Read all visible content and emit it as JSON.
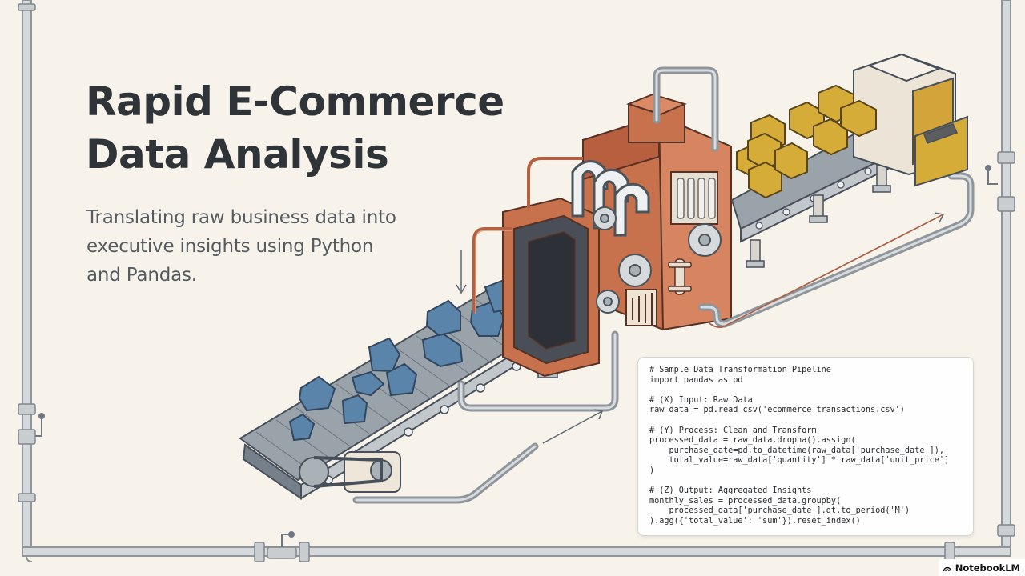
{
  "slide": {
    "title_line_1": "Rapid E-Commerce",
    "title_line_2": "Data Analysis",
    "subtitle_line_1": "Translating raw business data into",
    "subtitle_line_2": "executive insights using Python",
    "subtitle_line_3": "and Pandas."
  },
  "code": {
    "lines": [
      "# Sample Data Transformation Pipeline",
      "import pandas as pd",
      "",
      "# (X) Input: Raw Data",
      "raw_data = pd.read_csv('ecommerce_transactions.csv')",
      "",
      "# (Y) Process: Clean and Transform",
      "processed_data = raw_data.dropna().assign(",
      "    purchase_date=pd.to_datetime(raw_data['purchase_date']),",
      "    total_value=raw_data['quantity'] * raw_data['unit_price']",
      ")",
      "",
      "# (Z) Output: Aggregated Insights",
      "monthly_sales = processed_data.groupby(",
      "    processed_data['purchase_date'].dt.to_period('M')",
      ").agg({'total_value': 'sum'}).reset_index()"
    ]
  },
  "watermark": {
    "label": "NotebookLM"
  },
  "colors": {
    "background": "#f7f3ea",
    "pipe": "#aeb3b6",
    "machine": "#c8714d",
    "raw_blocks": "#5b84ab",
    "output_boxes": "#d6ac38",
    "text": "#2f3438"
  }
}
